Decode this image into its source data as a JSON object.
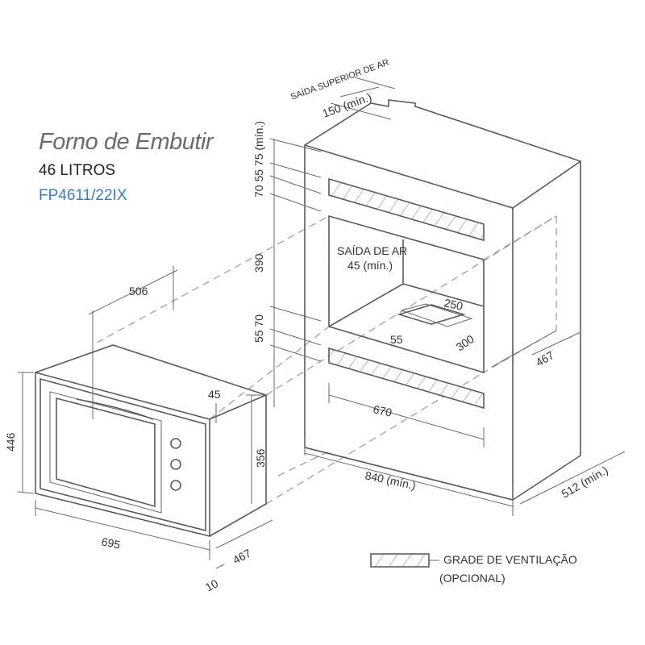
{
  "header": {
    "title": "Forno de Embutir",
    "capacity": "46 LITROS",
    "model": "FP4611/22IX"
  },
  "colors": {
    "model": "#3a7cc0",
    "line": "#5a5a5a"
  },
  "oven_dims": {
    "depth_top": "506",
    "height": "446",
    "width": "695",
    "side_depth": "467",
    "front_thickness": "10",
    "gap": "45",
    "body_height": "356"
  },
  "cabinet_dims": {
    "top_vent_label": "SAÍDA SUPERIOR DE AR",
    "top_vent_value": "150 (mín.)",
    "vertical_top": "70 55 75 (mín.)",
    "vertical_mid": "390",
    "vertical_bottom": "55 70",
    "air_outlet_label": "SAÍDA DE AR",
    "air_outlet_value": "45 (mín.)",
    "cutout_w": "250",
    "cutout_d": "300",
    "cutout_offset": "55",
    "opening_depth": "467",
    "opening_width": "670",
    "cabinet_width": "840 (mín.)",
    "cabinet_depth": "512 (mín.)"
  },
  "legend": {
    "line1": "GRADE DE VENTILAÇÃO",
    "line2": "(OPCIONAL)"
  }
}
